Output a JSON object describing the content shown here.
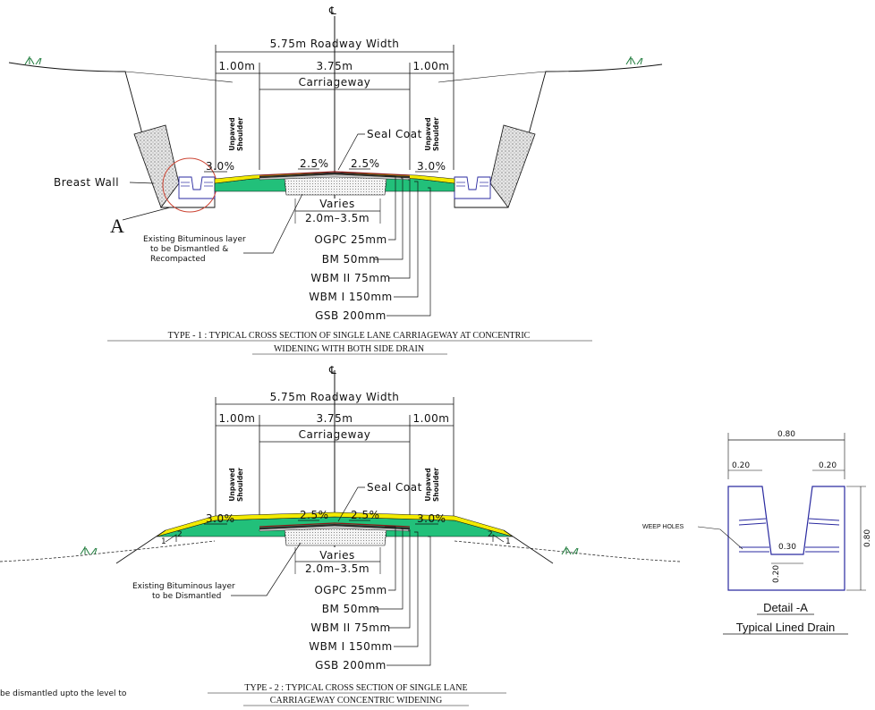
{
  "type1": {
    "centerline_symbol": "℄",
    "roadway_width": "5.75m  Roadway Width",
    "left_width": "1.00m",
    "carriageway_width": "3.75m",
    "right_width": "1.00m",
    "carriageway": "Carriageway",
    "shoulder_label_line1": "Unpaved",
    "shoulder_label_line2": "Shoulder",
    "seal_coat": "Seal Coat",
    "slope_left": "3.0%",
    "camber_left": "2.5%",
    "camber_right": "2.5%",
    "slope_right": "3.0%",
    "breast_wall": "Breast Wall",
    "detail_marker": "A",
    "varies": "Varies",
    "varies_range": "2.0m–3.5m",
    "existing_note_1": "Existing Bituminous layer",
    "existing_note_2": "to be Dismantled &",
    "existing_note_3": "Recompacted",
    "layers": [
      "OGPC  25mm",
      "BM  50mm",
      "WBM  II  75mm",
      "WBM  I  150mm",
      "GSB  200mm"
    ],
    "title_line1": "TYPE - 1 : TYPICAL CROSS SECTION OF SINGLE LANE CARRIAGEWAY AT CONCENTRIC",
    "title_line2": "WIDENING WITH  BOTH SIDE  DRAIN"
  },
  "type2": {
    "centerline_symbol": "℄",
    "roadway_width": "5.75m  Roadway Width",
    "left_width": "1.00m",
    "carriageway_width": "3.75m",
    "right_width": "1.00m",
    "carriageway": "Carriageway",
    "shoulder_label_line1": "Unpaved",
    "shoulder_label_line2": "Shoulder",
    "seal_coat": "Seal Coat",
    "slope_left": "3.0%",
    "camber_left": "2.5%",
    "camber_right": "2.5%",
    "slope_right": "3.0%",
    "side_slope_h": "2",
    "side_slope_v": "1",
    "varies": "Varies",
    "varies_range": "2.0m–3.5m",
    "existing_note_1": "Existing Bituminous layer",
    "existing_note_2": "to be Dismantled",
    "layers": [
      "OGPC  25mm",
      "BM  50mm",
      "WBM  II  75mm",
      "WBM  I  150mm",
      "GSB  200mm"
    ],
    "title_line1": "TYPE - 2 : TYPICAL CROSS SECTION OF SINGLE LANE",
    "title_line2": "CARRIAGEWAY CONCENTRIC WIDENING"
  },
  "detail": {
    "top_width": "0.80",
    "left_wall": "0.20",
    "right_wall": "0.20",
    "bottom_width": "0.30",
    "depth": "0.80",
    "base": "0.20",
    "weep_holes": "WEEP HOLES",
    "title": "Detail -A",
    "subtitle": "Typical Lined Drain"
  },
  "footnote": "be  dismantled  upto  the  level  to",
  "colors": {
    "seal": "#8a1a1a",
    "ogpc": "#2a2a2a",
    "bm": "#c8c8c8",
    "wbm": "#f2ea00",
    "gsb": "#22c07a",
    "drain": "#2a2aa0"
  }
}
